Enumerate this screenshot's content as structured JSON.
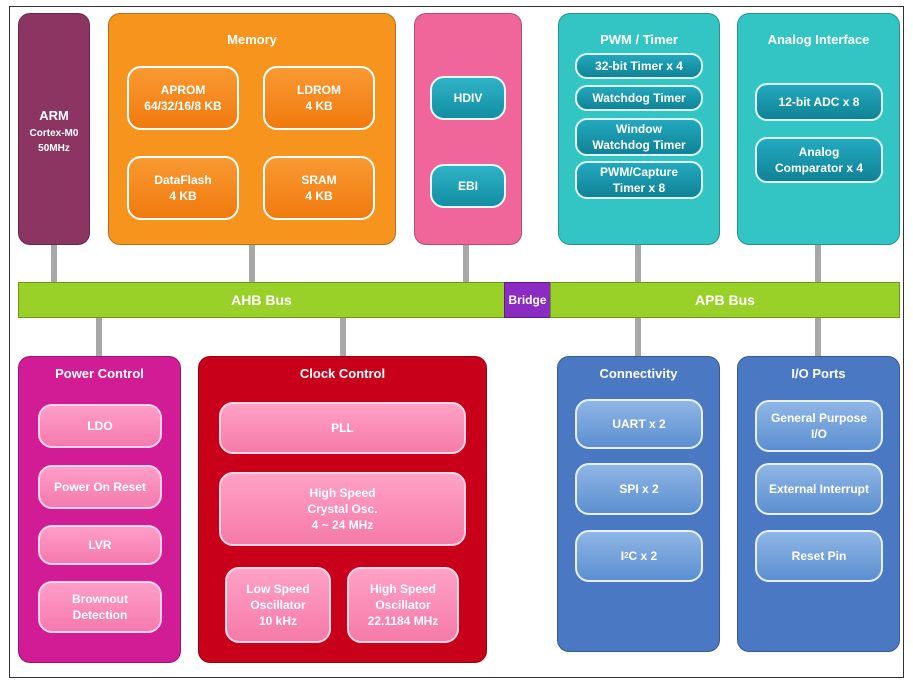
{
  "arm": {
    "title": "ARM",
    "core": "Cortex-M0",
    "freq": "50MHz"
  },
  "memory": {
    "title": "Memory",
    "blocks": [
      {
        "label": "APROM\n64/32/16/8 KB"
      },
      {
        "label": "LDROM\n4 KB"
      },
      {
        "label": "DataFlash\n4 KB"
      },
      {
        "label": "SRAM\n4 KB"
      }
    ]
  },
  "hdiv_ebi": {
    "blocks": [
      {
        "label": "HDIV"
      },
      {
        "label": "EBI"
      }
    ]
  },
  "pwm_timer": {
    "title": "PWM / Timer",
    "blocks": [
      {
        "label": "32-bit Timer x 4"
      },
      {
        "label": "Watchdog Timer"
      },
      {
        "label": "Window\nWatchdog Timer"
      },
      {
        "label": "PWM/Capture\nTimer x 8"
      }
    ]
  },
  "analog": {
    "title": "Analog Interface",
    "blocks": [
      {
        "label": "12-bit ADC x 8"
      },
      {
        "label": "Analog\nComparator x 4"
      }
    ]
  },
  "bus": {
    "ahb": "AHB Bus",
    "bridge": "Bridge",
    "apb": "APB Bus"
  },
  "power": {
    "title": "Power Control",
    "blocks": [
      {
        "label": "LDO"
      },
      {
        "label": "Power On Reset"
      },
      {
        "label": "LVR"
      },
      {
        "label": "Brownout\nDetection"
      }
    ]
  },
  "clock": {
    "title": "Clock Control",
    "blocks": [
      {
        "label": "PLL"
      },
      {
        "label": "High Speed\nCrystal Osc.\n4 ~ 24 MHz"
      },
      {
        "label": "Low Speed\nOscillator\n10 kHz"
      },
      {
        "label": "High Speed\nOscillator\n22.1184 MHz"
      }
    ]
  },
  "connectivity": {
    "title": "Connectivity",
    "blocks": [
      {
        "label": "UART x 2"
      },
      {
        "label": "SPI x 2"
      }
    ],
    "i2c": {
      "prefix": "I",
      "sup": "2",
      "suffix": "C x 2"
    }
  },
  "io_ports": {
    "title": "I/O Ports",
    "blocks": [
      {
        "label": "General Purpose\nI/O"
      },
      {
        "label": "External Interrupt"
      },
      {
        "label": "Reset Pin"
      }
    ]
  },
  "colors": {
    "arm": "#8c3563",
    "memory": "#f7941d",
    "hdiv": "#f0669a",
    "pwm": "#33c4c4",
    "analog": "#33c4c4",
    "bus": "#9ad128",
    "bridge": "#8a2bc2",
    "power": "#d11c96",
    "clock": "#c8001a",
    "connectivity": "#4a78c2",
    "io": "#4a78c2"
  }
}
